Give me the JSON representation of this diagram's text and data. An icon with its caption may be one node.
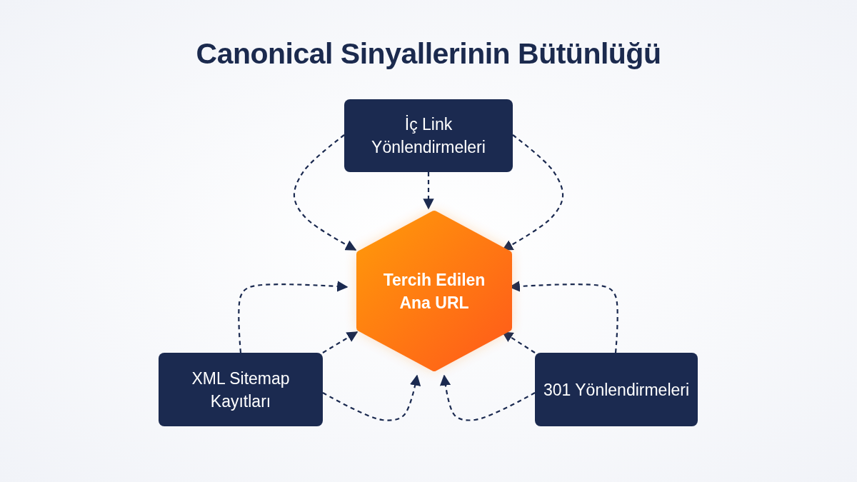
{
  "diagram": {
    "title": "Canonical Sinyallerinin Bütünlüğü",
    "nodes": [
      {
        "text": [
          "İç Link Yönlendirmeleri"
        ]
      },
      {
        "text": [
          "Tercih Edilen Ana URL"
        ]
      },
      {
        "text": [
          "XML Sitemap Kayıtları"
        ]
      },
      {
        "text": [
          "301 Yönlendirmeleri"
        ]
      }
    ],
    "edges": [
      {
        "from": 0,
        "to": 1,
        "arrow": "to",
        "style": "dashed"
      },
      {
        "from": 0,
        "to": 1,
        "arrow": "to",
        "style": "dashed"
      },
      {
        "from": 0,
        "to": 1,
        "arrow": "to",
        "style": "dashed"
      },
      {
        "from": 2,
        "to": 1,
        "arrow": "to",
        "style": "dashed"
      },
      {
        "from": 2,
        "to": 1,
        "arrow": "to",
        "style": "dashed"
      },
      {
        "from": 2,
        "to": 1,
        "arrow": "to",
        "style": "dashed"
      },
      {
        "from": 3,
        "to": 1,
        "arrow": "to",
        "style": "dashed"
      },
      {
        "from": 3,
        "to": 1,
        "arrow": "to",
        "style": "dashed"
      },
      {
        "from": 3,
        "to": 1,
        "arrow": "to",
        "style": "dashed"
      }
    ]
  }
}
